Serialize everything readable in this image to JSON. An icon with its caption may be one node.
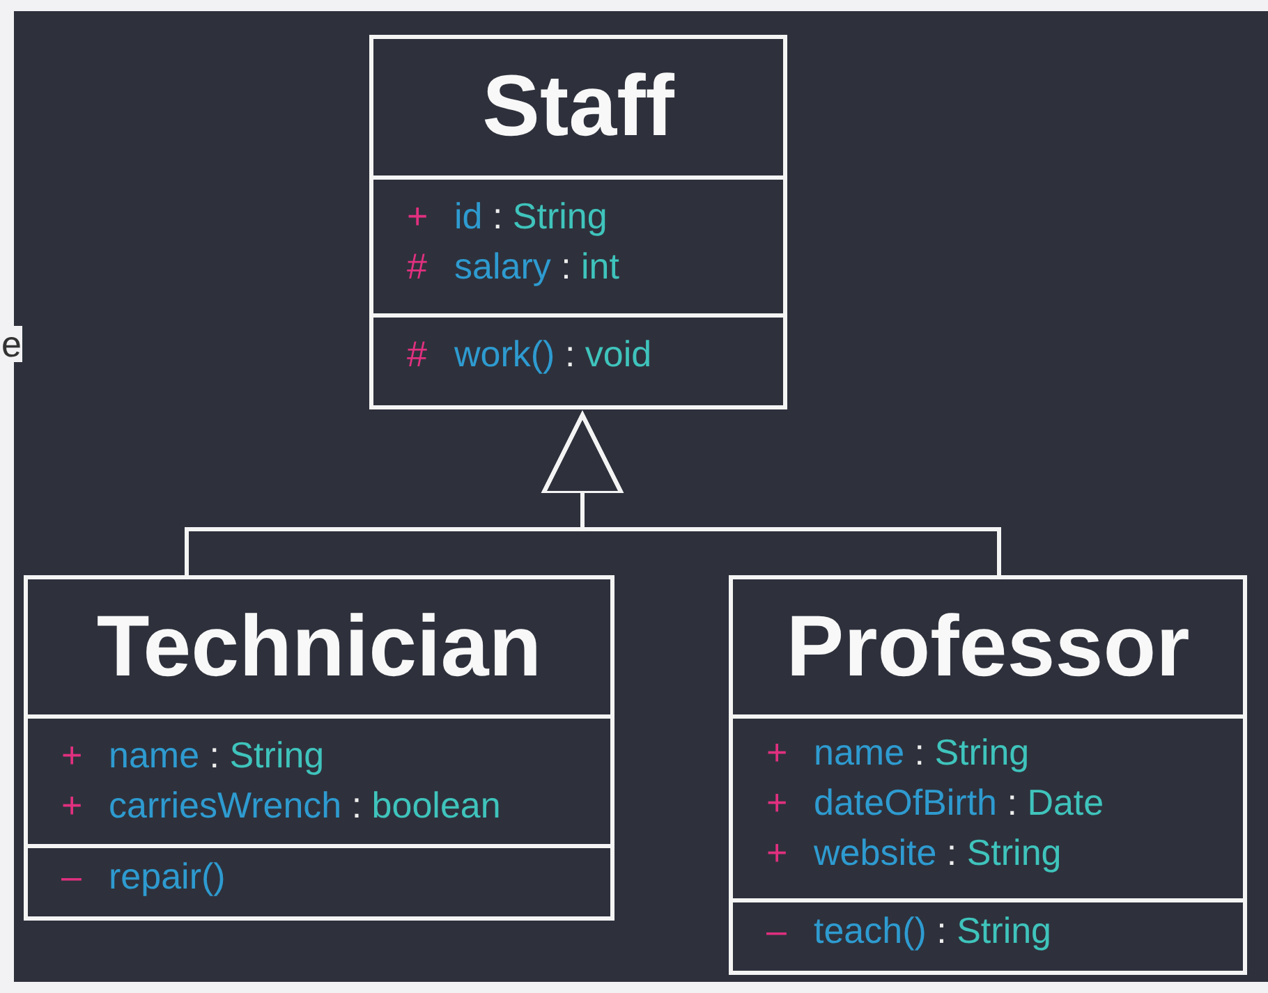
{
  "diagram": {
    "nodes": [
      {
        "text": [
          "Staff"
        ]
      },
      {
        "text": [
          "+ id : String",
          "# salary : int"
        ],
        "in": 0
      },
      {
        "text": [
          "# work() : void"
        ],
        "in": 0
      },
      {
        "text": [
          "Technician"
        ]
      },
      {
        "text": [
          "+ name : String",
          "+ carriesWrench : boolean"
        ],
        "in": 3
      },
      {
        "text": [
          "– repair()"
        ],
        "in": 3
      },
      {
        "text": [
          "Professor"
        ]
      },
      {
        "text": [
          "+ name : String",
          "+ dateOfBirth : Date",
          "+ website : String"
        ],
        "in": 6
      },
      {
        "text": [
          "– teach() : String"
        ],
        "in": 6
      }
    ],
    "edges": [
      {
        "from": 3,
        "to": 0,
        "arrow": "to"
      },
      {
        "from": 6,
        "to": 0,
        "arrow": "to"
      }
    ],
    "labels": [
      "e"
    ]
  }
}
